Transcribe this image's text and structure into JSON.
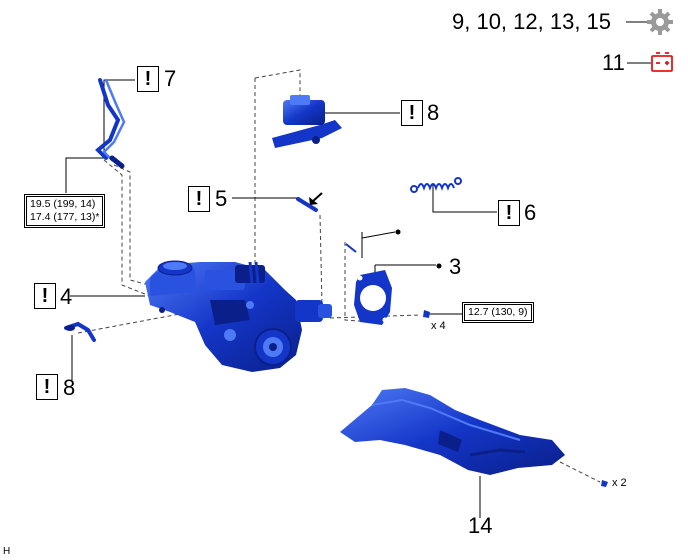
{
  "header": {
    "parts_label": "9, 10, 12, 13, 15",
    "parts_icon": "gear-icon",
    "battery_label": "11",
    "battery_icon": "battery-icon",
    "battery_color": "#e3171b"
  },
  "callouts": {
    "part_7": "7",
    "part_8_top": "8",
    "part_5": "5",
    "part_6": "6",
    "part_3": "3",
    "part_4": "4",
    "part_8_bottom": "8",
    "part_14": "14",
    "warning_mark": "!"
  },
  "torque_specs": {
    "brake_line": [
      "19.5 (199, 14)",
      "17.4 (177, 13)*"
    ],
    "mounting_nut": "12.7 (130, 9)"
  },
  "quantities": {
    "nuts": "x 4",
    "clips": "x 2"
  },
  "footer": {
    "corner_code": "H"
  },
  "colors": {
    "part_blue": "#1436c8",
    "part_dark": "#0a1f8a",
    "highlight": "#4f7af5"
  }
}
